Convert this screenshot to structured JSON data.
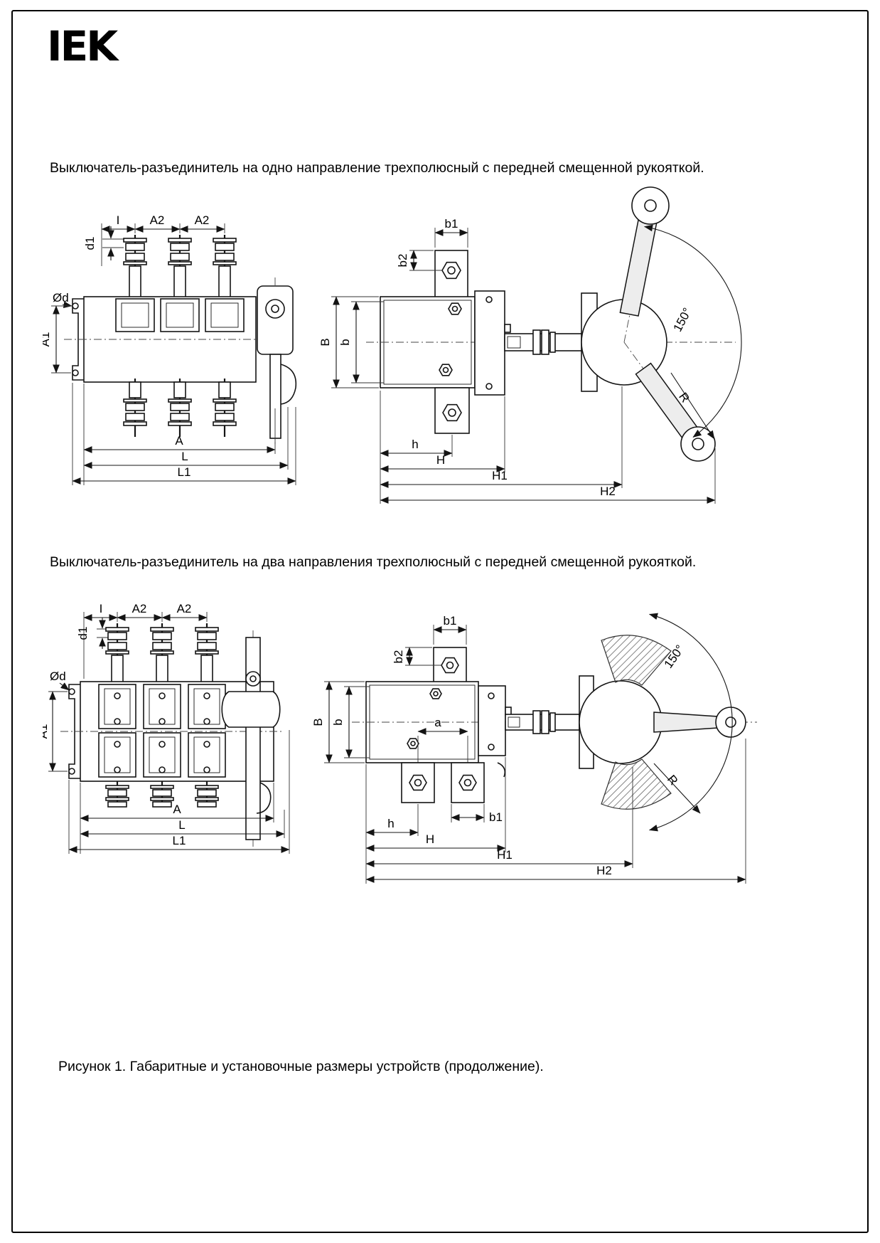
{
  "page": {
    "logo": "IEK",
    "caption": "Рисунок 1. Габаритные и установочные размеры устройств (продолжение)."
  },
  "figure1": {
    "title": "Выключатель-разъединитель на одно направление трехполюсный с передней смещенной рукояткой.",
    "front": {
      "I": "I",
      "A2_left": "A2",
      "A2_right": "A2",
      "d1": "d1",
      "Od": "Ød",
      "A1": "A1",
      "A": "A",
      "L": "L",
      "L1": "L1"
    },
    "side": {
      "b1": "b1",
      "b2": "b2",
      "B": "B",
      "b": "b",
      "h": "h",
      "H": "H",
      "H1": "H1",
      "H2": "H2",
      "angle": "150°",
      "R": "R"
    }
  },
  "figure2": {
    "title": "Выключатель-разъединитель на два направления трехполюсный с передней смещенной рукояткой.",
    "front": {
      "I": "I",
      "A2_left": "A2",
      "A2_right": "A2",
      "d1": "d1",
      "Od": "Ød",
      "A1": "A1",
      "A": "A",
      "L": "L",
      "L1": "L1"
    },
    "side": {
      "b1_top": "b1",
      "b2": "b2",
      "B": "B",
      "b": "b",
      "a": "a",
      "b1_bottom": "b1",
      "h": "h",
      "H": "H",
      "H1": "H1",
      "H2": "H2",
      "angle": "150°",
      "R": "R"
    }
  }
}
